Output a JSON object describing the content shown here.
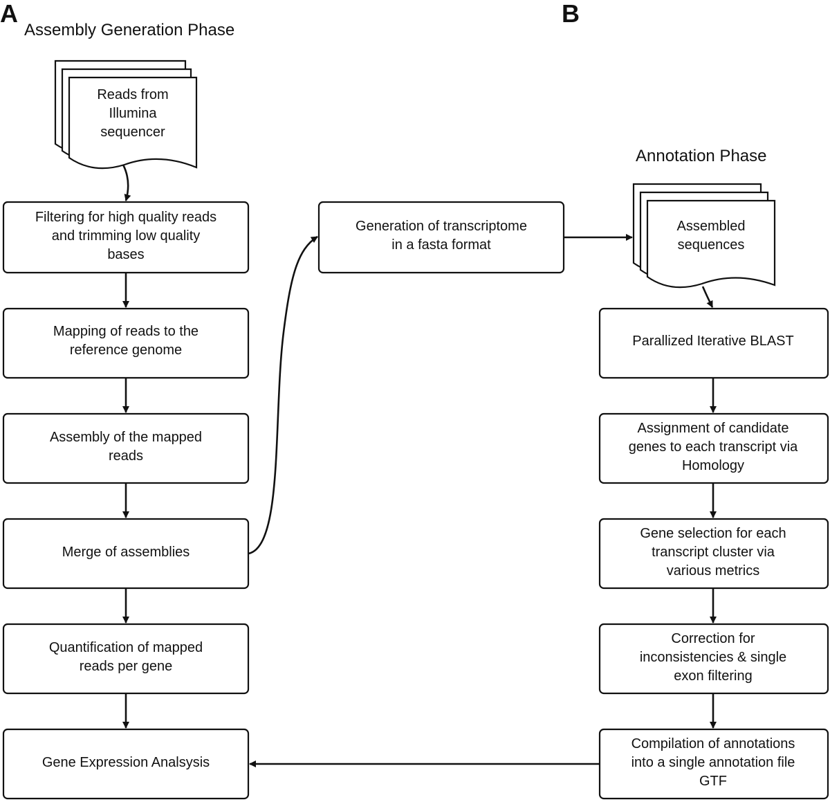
{
  "panels": {
    "a_label": "A",
    "b_label": "B",
    "a_title": "Assembly Generation Phase",
    "b_title": "Annotation Phase"
  },
  "nodes": {
    "reads": [
      "Reads from",
      "Illumina",
      "sequencer"
    ],
    "filtering": [
      "Filtering for high quality reads",
      "and trimming low quality",
      "bases"
    ],
    "mapping": [
      "Mapping of  reads to the",
      "reference genome"
    ],
    "assembly": [
      "Assembly of the mapped",
      "reads"
    ],
    "merge": [
      "Merge of assemblies"
    ],
    "quantification": [
      "Quantification of mapped",
      "reads per gene"
    ],
    "expression": [
      "Gene Expression Analsysis"
    ],
    "generation": [
      "Generation of transcriptome",
      "in a fasta format"
    ],
    "assembled": [
      "Assembled",
      "sequences"
    ],
    "blast": [
      "Parallized Iterative BLAST"
    ],
    "assignment": [
      "Assignment of candidate",
      "genes to each transcript via",
      "Homology"
    ],
    "selection": [
      "Gene selection for each",
      "transcript cluster via",
      "various metrics"
    ],
    "correction": [
      "Correction for",
      "inconsistencies & single",
      "exon filtering"
    ],
    "compilation": [
      "Compilation of annotations",
      "into a single annotation file",
      "GTF"
    ]
  }
}
